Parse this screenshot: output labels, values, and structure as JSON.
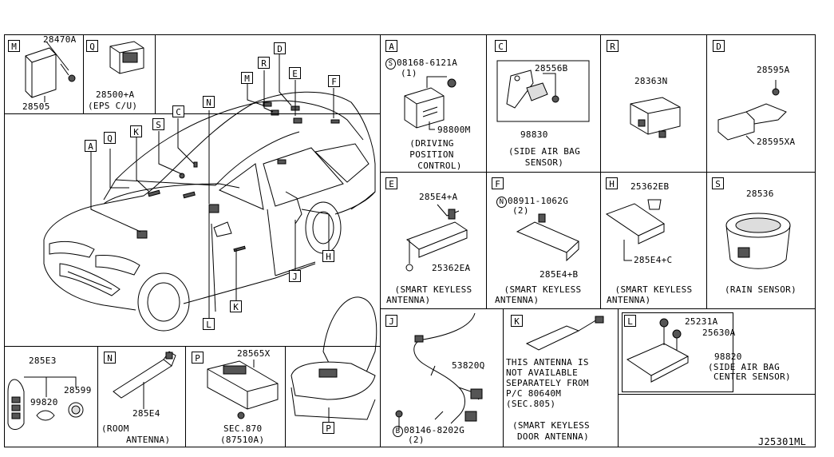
{
  "diagram_code": "J25301ML",
  "overview": {
    "callouts": [
      "A",
      "Q",
      "K",
      "S",
      "C",
      "N",
      "M",
      "R",
      "D",
      "E",
      "F",
      "H",
      "J",
      "K",
      "L",
      "P"
    ]
  },
  "panels": {
    "M": {
      "key": "M",
      "parts": [
        "28470A",
        "28505"
      ]
    },
    "Q": {
      "key": "Q",
      "parts": [
        "28500+A"
      ],
      "caption": [
        "(EPS C/U)"
      ]
    },
    "A": {
      "key": "A",
      "parts": [
        "08168-6121A",
        "(1)",
        "98800M"
      ],
      "bolt_symbol": "S",
      "caption": [
        "(DRIVING",
        "POSITION",
        "CONTROL)"
      ]
    },
    "C": {
      "key": "C",
      "parts": [
        "28556B",
        "98830"
      ],
      "caption": [
        "(SIDE AIR BAG",
        "SENSOR)"
      ]
    },
    "R": {
      "key": "R",
      "parts": [
        "28363N"
      ]
    },
    "D": {
      "key": "D",
      "parts": [
        "28595A",
        "28595XA"
      ]
    },
    "E": {
      "key": "E",
      "parts": [
        "285E4+A",
        "25362EA"
      ],
      "caption": [
        "(SMART KEYLESS",
        "ANTENNA)"
      ]
    },
    "F": {
      "key": "F",
      "parts": [
        "08911-1062G",
        "(2)",
        "285E4+B"
      ],
      "nut_symbol": "N",
      "caption": [
        "(SMART KEYLESS",
        "ANTENNA)"
      ]
    },
    "H": {
      "key": "H",
      "parts": [
        "25362EB",
        "285E4+C"
      ],
      "caption": [
        "(SMART KEYLESS",
        "ANTENNA)"
      ]
    },
    "S": {
      "key": "S",
      "parts": [
        "28536"
      ],
      "caption": [
        "(RAIN SENSOR)"
      ]
    },
    "FOB": {
      "parts": [
        "285E3",
        "99820",
        "28599"
      ]
    },
    "N": {
      "key": "N",
      "parts": [
        "285E4"
      ],
      "caption": [
        "(ROOM",
        "ANTENNA)"
      ]
    },
    "P": {
      "key": "P",
      "parts": [
        "28565X",
        "SEC.870",
        "(87510A)"
      ]
    },
    "J": {
      "key": "J",
      "parts": [
        "53820Q",
        "08146-8202G",
        "(2)"
      ],
      "bolt_symbol": "B"
    },
    "K": {
      "key": "K",
      "note": [
        "THIS ANTENNA IS",
        "NOT AVAILABLE",
        "SEPARATELY FROM",
        "P/C 80640M",
        "(SEC.805)"
      ],
      "caption": [
        "(SMART KEYLESS",
        "DOOR ANTENNA)"
      ]
    },
    "L": {
      "key": "L",
      "parts": [
        "25231A",
        "25630A",
        "98820"
      ],
      "caption": [
        "(SIDE AIR BAG",
        "CENTER SENSOR)"
      ]
    }
  }
}
